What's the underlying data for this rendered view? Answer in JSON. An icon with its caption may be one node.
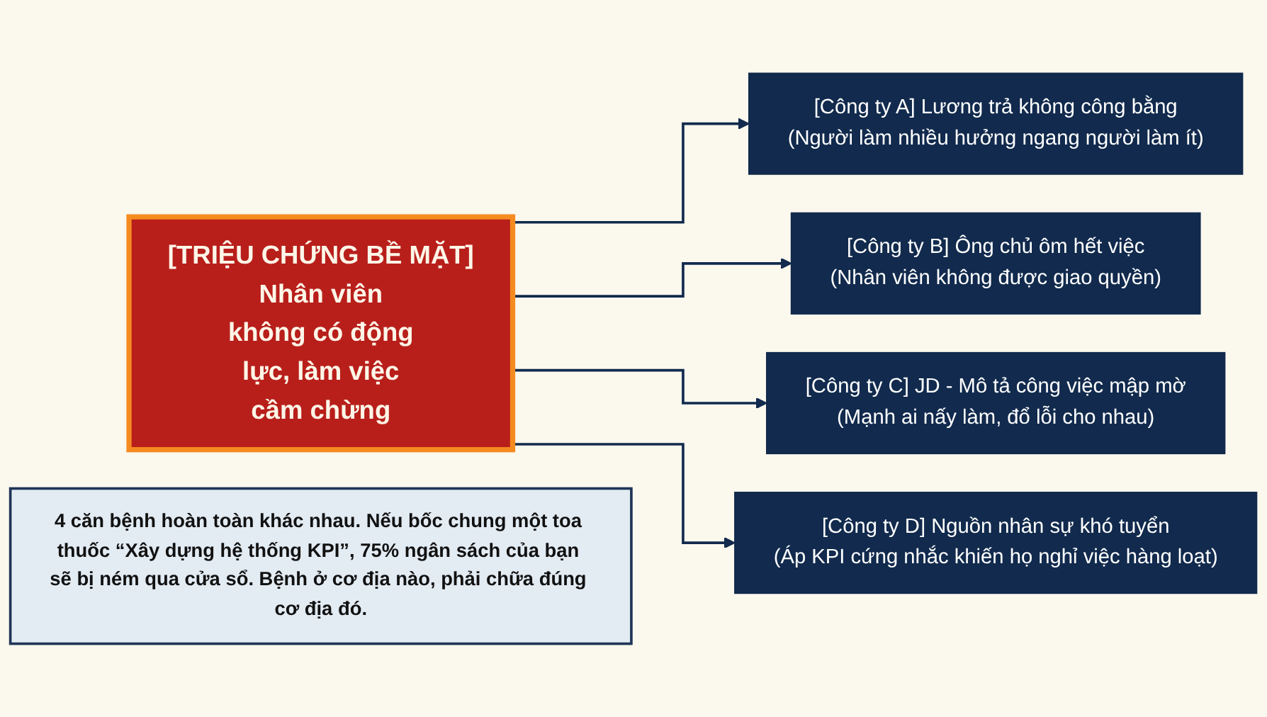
{
  "diagram": {
    "nodes": [
      {
        "text": [
          "[TRIỆU CHỨNG BỀ MẶT]",
          "Nhân viên không có động lực, làm việc cầm chừng"
        ]
      },
      {
        "text": [
          "[Công ty A] Lương trả không công bằng",
          "(Người làm nhiều hưởng ngang người làm ít)"
        ]
      },
      {
        "text": [
          "[Công ty B] Ông chủ ôm hết việc",
          "(Nhân viên không được giao quyền)"
        ]
      },
      {
        "text": [
          "[Công ty C] JD - Mô tả công việc mập mờ",
          "(Mạnh ai nấy làm, đổ lỗi cho nhau)"
        ]
      },
      {
        "text": [
          "[Công ty D] Nguồn nhân sự khó tuyển",
          "(Áp KPI cứng nhắc khiến họ nghỉ việc hàng loạt)"
        ]
      },
      {
        "text": [
          "4 căn bệnh hoàn toàn khác nhau. Nếu bốc chung một toa thuốc “Xây dựng hệ thống KPI”, 75% ngân sách của bạn sẽ bị ném qua cửa sổ. Bệnh ở cơ địa nào, phải chữa đúng cơ địa đó."
        ]
      }
    ],
    "edges": [
      {
        "from": 0,
        "to": 1,
        "arrow": "to"
      },
      {
        "from": 0,
        "to": 2,
        "arrow": "to"
      },
      {
        "from": 0,
        "to": 3,
        "arrow": "to"
      },
      {
        "from": 0,
        "to": 4,
        "arrow": "to"
      }
    ]
  }
}
